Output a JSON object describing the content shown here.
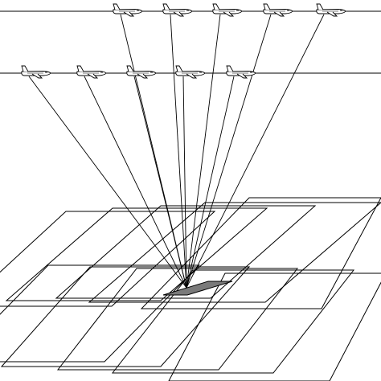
{
  "colors": {
    "background": "#ffffff",
    "stroke": "#000000",
    "target_fill": "#7a7a7a",
    "aircraft_fill": "#ffffff"
  },
  "figure": {
    "flight_lines": 2,
    "aircraft_per_line": [
      5,
      5
    ],
    "aircraft_icon": "airplane-icon",
    "ground_footprints": 10,
    "ground_target_shaded": true
  }
}
